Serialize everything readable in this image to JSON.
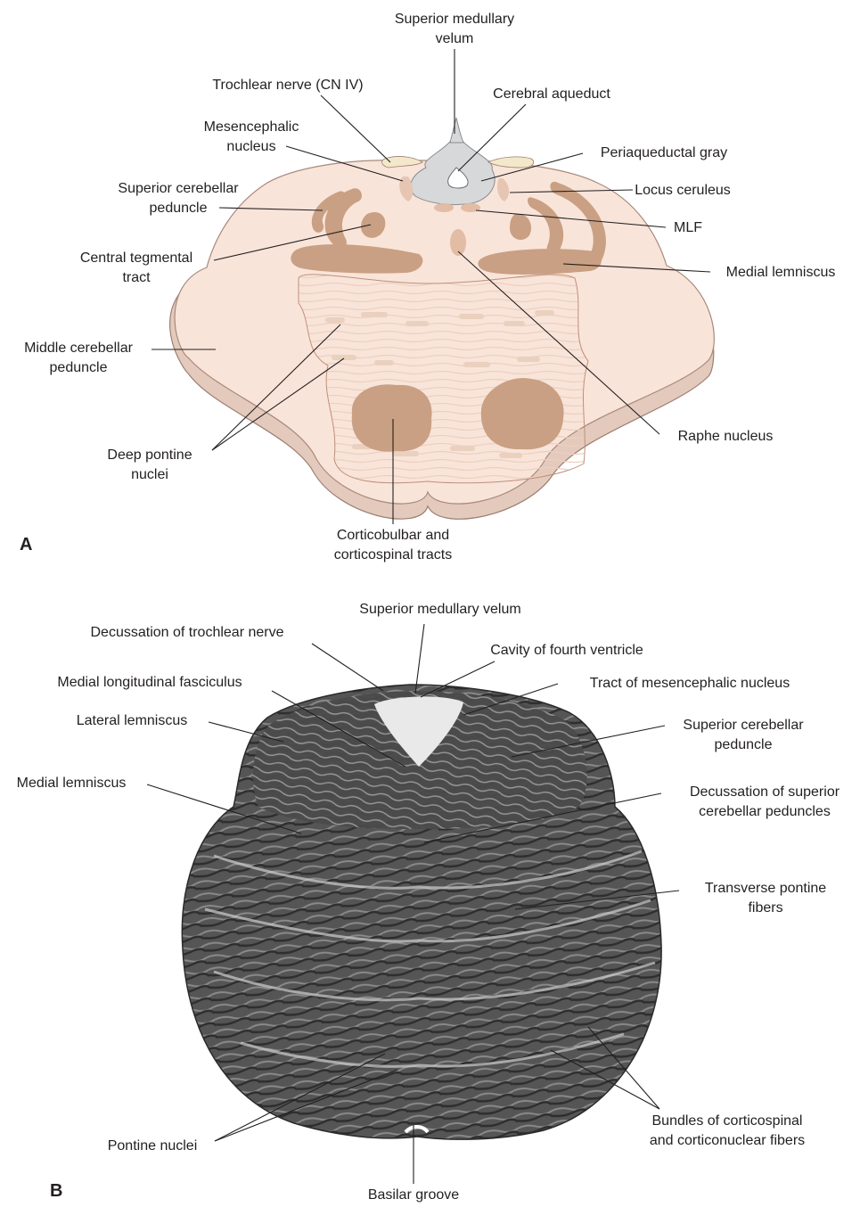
{
  "panel_a": {
    "letter": "A",
    "labels": {
      "superior_medullary_velum": [
        "Superior medullary",
        "velum"
      ],
      "trochlear_nerve": "Trochlear nerve (CN IV)",
      "cerebral_aqueduct": "Cerebral aqueduct",
      "mesencephalic_nucleus": [
        "Mesencephalic",
        "nucleus"
      ],
      "periaqueductal_gray": "Periaqueductal gray",
      "superior_cerebellar_peduncle": [
        "Superior cerebellar",
        "peduncle"
      ],
      "locus_ceruleus": "Locus ceruleus",
      "mlf": "MLF",
      "central_tegmental_tract": [
        "Central tegmental",
        "tract"
      ],
      "medial_lemniscus": "Medial lemniscus",
      "middle_cerebellar_peduncle": [
        "Middle cerebellar",
        "peduncle"
      ],
      "deep_pontine_nuclei": [
        "Deep pontine",
        "nuclei"
      ],
      "raphe_nucleus": "Raphe nucleus",
      "corticobulbar_corticospinal": [
        "Corticobulbar and",
        "corticospinal tracts"
      ]
    },
    "colors": {
      "tissue": "#f9e4d9",
      "tissue_edge": "#e7cfc3",
      "nuclei": "#c9a083",
      "gray_matter": "#d6d8d9",
      "fiber_lines": "#eed2c1"
    }
  },
  "panel_b": {
    "letter": "B",
    "labels": {
      "superior_medullary_velum": "Superior medullary velum",
      "decussation_trochlear": "Decussation of trochlear nerve",
      "cavity_fourth_ventricle": "Cavity of fourth ventricle",
      "medial_longitudinal_fasciculus": "Medial longitudinal fasciculus",
      "tract_mesencephalic_nucleus": "Tract of mesencephalic nucleus",
      "lateral_lemniscus": "Lateral lemniscus",
      "superior_cerebellar_peduncle": [
        "Superior cerebellar",
        "peduncle"
      ],
      "medial_lemniscus": "Medial lemniscus",
      "decussation_scp": [
        "Decussation of superior",
        "cerebellar peduncles"
      ],
      "transverse_pontine_fibers": [
        "Transverse pontine",
        "fibers"
      ],
      "pontine_nuclei": "Pontine nuclei",
      "bundles_corticospinal": [
        "Bundles of corticospinal",
        "and corticonuclear fibers"
      ],
      "basilar_groove": "Basilar groove"
    },
    "colors": {
      "stain_dark": "#3a3a3a",
      "stain_mid": "#7a7a7a",
      "stain_light": "#bdbdbd"
    }
  }
}
